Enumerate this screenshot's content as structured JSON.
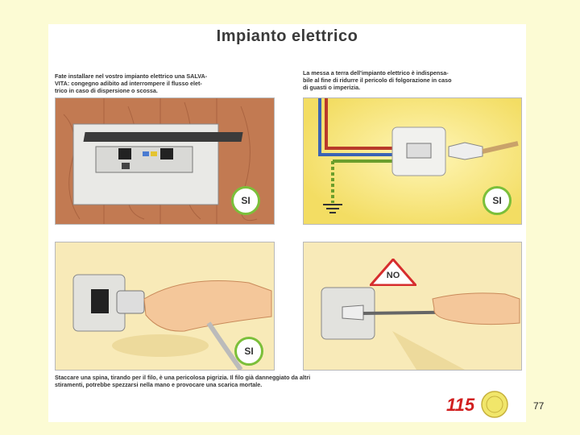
{
  "header": {
    "title": "Impianto elettrico"
  },
  "captions": {
    "top_left": "Fate installare nel vostro impianto elettrico una SALVA-\nVITA: congegno adibito ad interrompere il flusso elet-\ntrico in caso di dispersione o scossa.",
    "top_right": "La messa a terra dell'impianto elettrico è indispensa-\nbile al fine di ridurre il pericolo di folgorazione in caso\ndi guasti o imperizia.",
    "bottom": "Staccare una spina, tirando per il filo, è una pericolosa pigrizia. Il filo già danneggiato da altri\nstiramenti, potrebbe spezzarsi nella mano e provocare una scarica mortale."
  },
  "panels": {
    "breaker": {
      "badge": "SI"
    },
    "grounding": {
      "badge": "SI"
    },
    "plug_correct": {
      "badge": "SI"
    },
    "plug_wrong": {
      "warning": "NO"
    }
  },
  "logo": {
    "text": "115"
  },
  "footer": {
    "page_number": "77"
  },
  "colors": {
    "page_background": "#fcfbd4",
    "badge_ring": "#7bbf3a",
    "warning_red": "#d62d2d",
    "wall_brown": "#b9714a",
    "wall_yellow": "#f5e57a"
  }
}
